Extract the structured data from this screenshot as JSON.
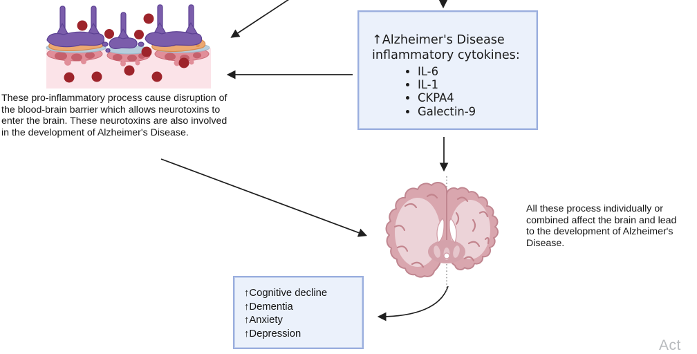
{
  "diagram": {
    "bbb_caption": "These pro-inflammatory process cause disruption of\nthe blood-brain barrier which allows neurotoxins to\nenter the brain. These neurotoxins are also involved\nin the development of Alzheimer's Disease.",
    "cytokines_box": {
      "title": "↑Alzheimer's Disease\ninflammatory cytokines:",
      "items": [
        "IL-6",
        "IL-1",
        "CKPA4",
        "Galectin-9"
      ]
    },
    "brain_caption": "All these process individually or\ncombined affect the brain and lead\nto the development of Alzheimer's\nDisease.",
    "outcomes_box": {
      "items": [
        "↑Cognitive decline",
        "↑Dementia",
        "↑Anxiety",
        "↑Depression"
      ]
    },
    "watermark": "Act",
    "colors": {
      "box_bg": "#ebf1fb",
      "box_border": "#9aaede",
      "arrow": "#1f1f1f",
      "toxin_red": "#9d242b",
      "astrocyte_purple": "#7b5dab",
      "astrocyte_outline": "#5c4193",
      "pericyte_orange": "#eca871",
      "endothelium_pink": "#e18e99",
      "tissue_pink": "#fbe3e8",
      "basement_blue": "#b7cedd",
      "brain_pink": "#d9a6ae",
      "brain_outline": "#c08690",
      "watermark_grey": "#b7babd"
    }
  }
}
